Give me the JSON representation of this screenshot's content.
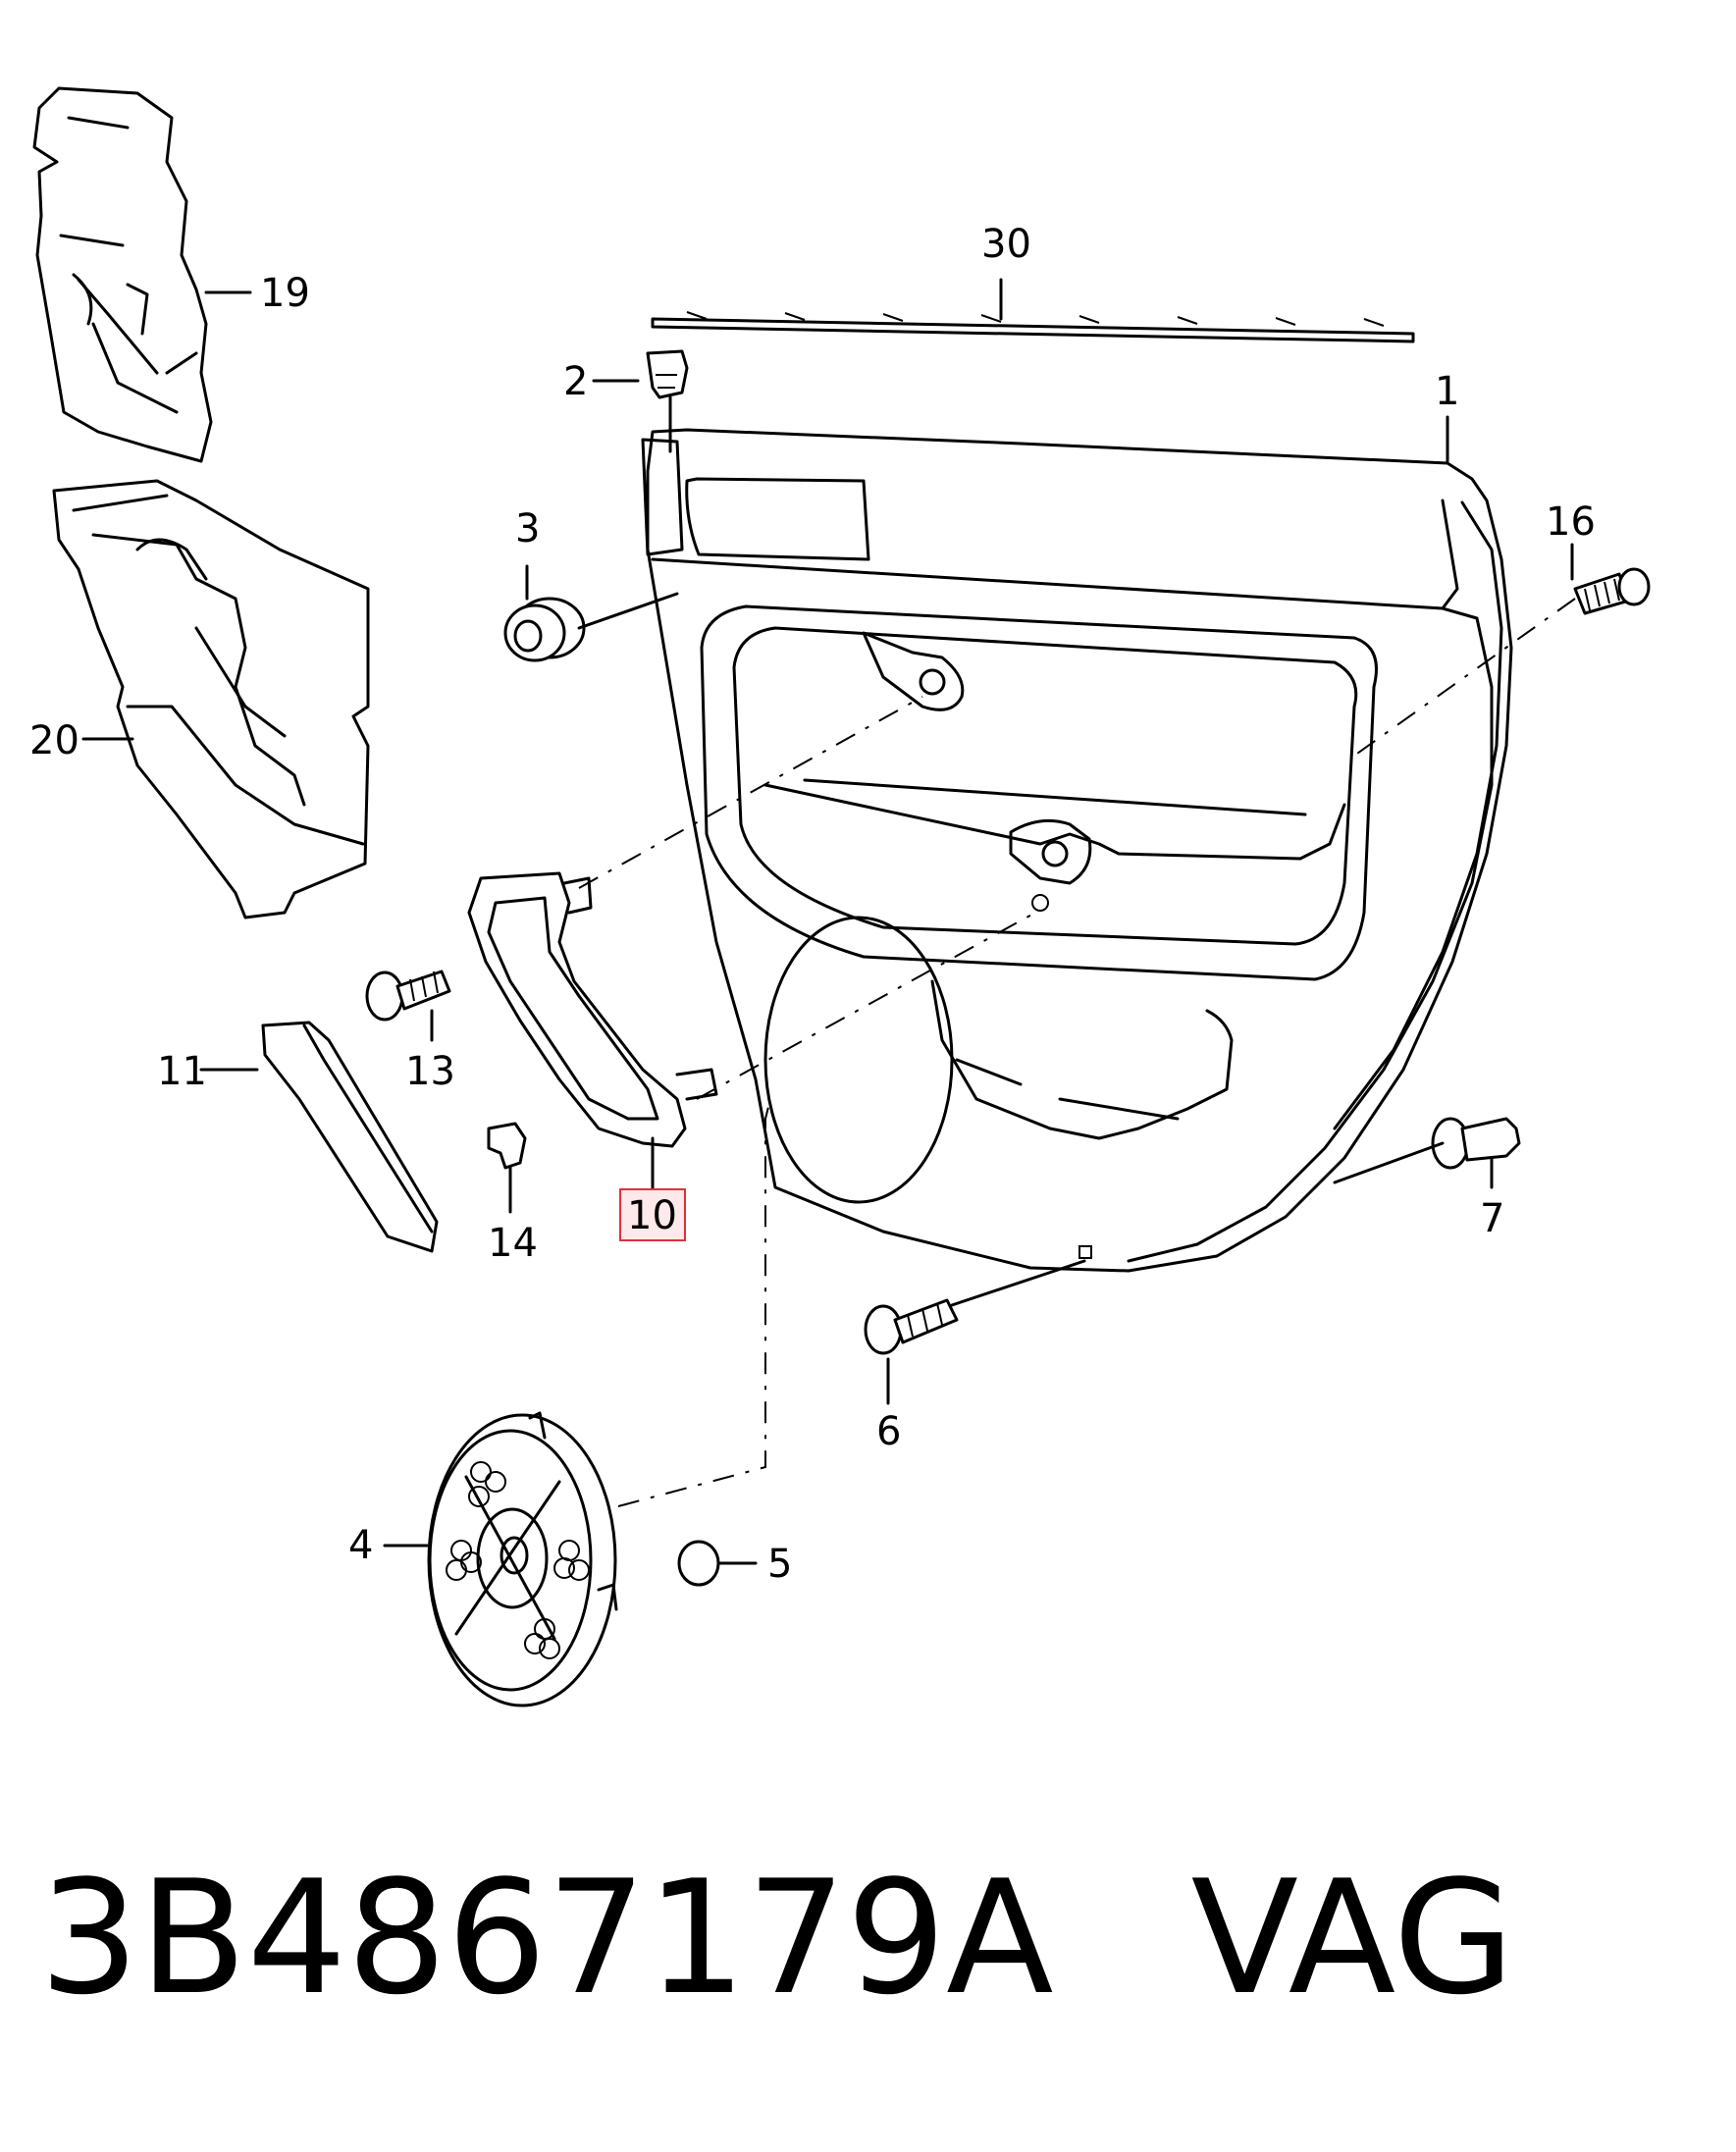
{
  "diagram": {
    "callouts": {
      "c1": "1",
      "c2": "2",
      "c3": "3",
      "c4": "4",
      "c5": "5",
      "c6": "6",
      "c7": "7",
      "c10": "10",
      "c11": "11",
      "c13": "13",
      "c14": "14",
      "c16": "16",
      "c19": "19",
      "c20": "20",
      "c30": "30"
    },
    "highlighted_callout": "10",
    "highlight_color": "#e0303a"
  },
  "caption": {
    "part_number": "3B4867179A",
    "brand": "VAG"
  }
}
